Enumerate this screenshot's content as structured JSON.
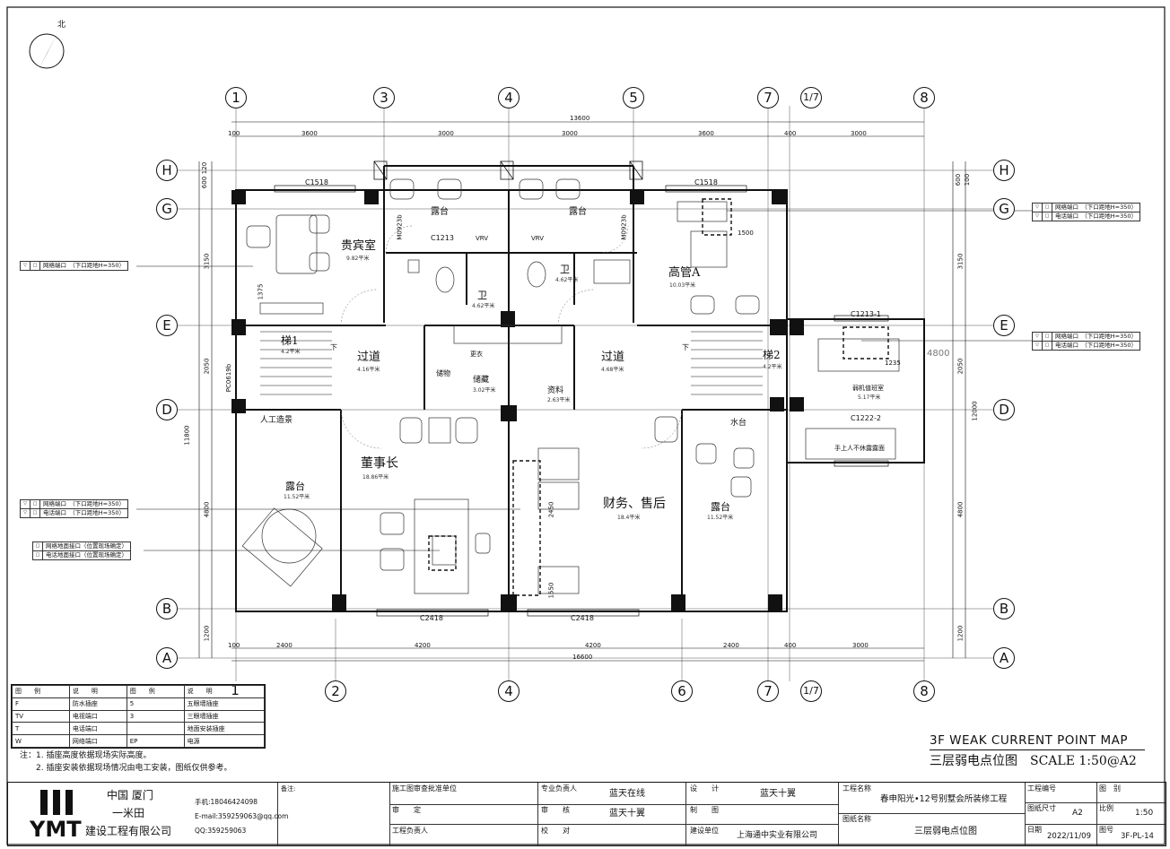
{
  "north": "北",
  "axes_top": [
    "1",
    "3",
    "4",
    "5",
    "7",
    "1/7",
    "8"
  ],
  "axes_bottom": [
    "1",
    "2",
    "4",
    "6",
    "7",
    "1/7",
    "8"
  ],
  "axes_rows": [
    "H",
    "G",
    "E",
    "D",
    "B",
    "A"
  ],
  "dims_top": {
    "total": "13600",
    "segs": [
      "100",
      "3600",
      "3000",
      "3000",
      "3600",
      "400",
      "3000"
    ]
  },
  "dims_bottom": {
    "total": "16600",
    "segs": [
      "100",
      "2400",
      "4200",
      "4200",
      "2400",
      "400",
      "3000"
    ]
  },
  "dims_left": {
    "total": "11800",
    "segs": [
      "120",
      "600",
      "3150",
      "2050",
      "4800",
      "1200"
    ]
  },
  "dims_right": {
    "total": "12000",
    "segs": [
      "600",
      "100",
      "3150",
      "2050",
      "4800",
      "1200"
    ]
  },
  "windows": [
    "C1518",
    "C1518",
    "C1213",
    "C1213-1",
    "C1222-2",
    "C2418",
    "C2418",
    "M0923b",
    "M0923b",
    "PC0619b"
  ],
  "rooms": [
    {
      "name": "贵宾室",
      "area": "9.82平米"
    },
    {
      "name": "露台",
      "area": ""
    },
    {
      "name": "露台",
      "area": ""
    },
    {
      "name": "高管A",
      "area": "10.03平米"
    },
    {
      "name": "卫",
      "area": "4.62平米"
    },
    {
      "name": "卫",
      "area": "4.62平米"
    },
    {
      "name": "梯1",
      "area": "4.2平米"
    },
    {
      "name": "过道",
      "area": "4.16平米"
    },
    {
      "name": "储藏",
      "area": "3.02平米"
    },
    {
      "name": "资料",
      "area": "2.63平米"
    },
    {
      "name": "过道",
      "area": "4.68平米"
    },
    {
      "name": "梯2",
      "area": "4.2平米"
    },
    {
      "name": "弱机值班室",
      "area": "5.17平米"
    },
    {
      "name": "董事长",
      "area": "18.86平米"
    },
    {
      "name": "财务、售后",
      "area": "18.4平米"
    },
    {
      "name": "露台",
      "area": "11.52平米"
    },
    {
      "name": "露台",
      "area": "11.52平米"
    },
    {
      "name": "水台",
      "area": ""
    },
    {
      "name": "人工造景",
      "area": ""
    },
    {
      "name": "储物",
      "area": ""
    },
    {
      "name": "更衣",
      "area": ""
    }
  ],
  "misc_labels": [
    "手上人不休露露面",
    "1500",
    "1375",
    "1235",
    "1550",
    "2450",
    "4800",
    "VRV",
    "VRV",
    "下",
    "下"
  ],
  "callouts": {
    "left_1": [
      "网络端口　（下口距地H=350）"
    ],
    "left_2": [
      "网络端口　（下口距地H=350）",
      "电话端口　（下口距地H=350）"
    ],
    "left_3": [
      "网络地面接口（位置现场确定）",
      "电话地面接口（位置现场确定）"
    ],
    "right_1": [
      "网络端口　（下口距地H=350）",
      "电话端口　（下口距地H=350）"
    ],
    "right_2": [
      "网络端口　（下口距地H=350）",
      "电话端口　（下口距地H=350）"
    ]
  },
  "legend": {
    "headers": [
      "图　　例",
      "说　　明",
      "图　　例",
      "说　　明"
    ],
    "rows": [
      [
        "F",
        "防水插座",
        "5",
        "五眼墙插座"
      ],
      [
        "TV",
        "电视端口",
        "3",
        "三眼墙插座"
      ],
      [
        "T",
        "电话端口",
        "",
        "地面安装插座"
      ],
      [
        "W",
        "网络端口",
        "EP",
        "电源"
      ]
    ]
  },
  "notes": [
    "注：1. 插座高度依据现场实际高度。",
    "2. 插座安装依据现场情况由电工安装，图纸仅供参考。"
  ],
  "drawing_title_en": "3F WEAK CURRENT POINT MAP",
  "drawing_title_cn": "三层弱电点位图　SCALE 1:50@A2",
  "titleblock": {
    "company_city": "中国 厦门",
    "company_name1": "一米田",
    "company_name2": "建设工程有限公司",
    "phone": "手机:18046424098",
    "email": "E-mail:359259063@qq.com",
    "qq": "QQ:359259063",
    "notes_label": "备注:",
    "approval_unit": "施工图审查批准单位",
    "review": "审　　定",
    "eng_lead": "工程负责人",
    "prof_lead": "专业负责人",
    "prof_lead_name": "蓝天在线",
    "check": "审　　核",
    "check_name": "蓝天十翼",
    "proof": "校　　对",
    "design": "设　　计",
    "design_name": "蓝天十翼",
    "draw": "制　　图",
    "build_unit": "建设单位",
    "build_unit_name": "上海通中实业有限公司",
    "project_label": "工程名称",
    "project_name": "春申阳光•12号别墅会所装修工程",
    "drawing_label": "图纸名称",
    "drawing_name": "三层弱电点位图",
    "proj_no_label": "工程编号",
    "size_label": "图纸尺寸",
    "size": "A2",
    "date_label": "日期",
    "date": "2022/11/09",
    "category_label": "图　别",
    "scale_label": "比例",
    "scale": "1:50",
    "no_label": "图号",
    "no": "3F-PL-14",
    "logo_text": "YMT"
  }
}
